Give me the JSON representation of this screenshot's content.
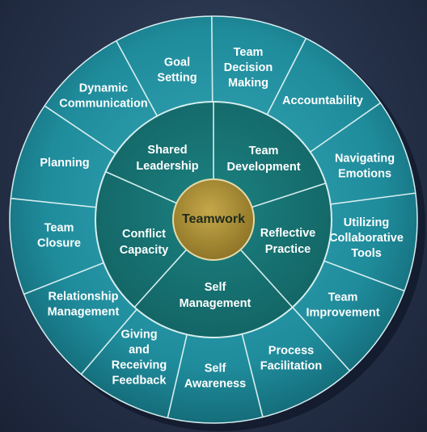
{
  "center": {
    "label": "Teamwork"
  },
  "inner_ring": [
    {
      "label": [
        "Team",
        "Development"
      ]
    },
    {
      "label": [
        "Reflective",
        "Practice"
      ]
    },
    {
      "label": [
        "Self",
        "Management"
      ]
    },
    {
      "label": [
        "Conflict",
        "Capacity"
      ]
    },
    {
      "label": [
        "Shared",
        "Leadership"
      ]
    }
  ],
  "outer_ring": [
    {
      "label": [
        "Team",
        "Decision",
        "Making"
      ]
    },
    {
      "label": [
        "Accountability"
      ]
    },
    {
      "label": [
        "Navigating",
        "Emotions"
      ]
    },
    {
      "label": [
        "Utilizing",
        "Collaborative",
        "Tools"
      ]
    },
    {
      "label": [
        "Team",
        "Improvement"
      ]
    },
    {
      "label": [
        "Process",
        "Facilitation"
      ]
    },
    {
      "label": [
        "Self",
        "Awareness"
      ]
    },
    {
      "label": [
        "Giving",
        "and",
        "Receiving",
        "Feedback"
      ]
    },
    {
      "label": [
        "Relationship",
        "Management"
      ]
    },
    {
      "label": [
        "Team",
        "Closure"
      ]
    },
    {
      "label": [
        "Planning"
      ]
    },
    {
      "label": [
        "Dynamic",
        "Communication"
      ]
    },
    {
      "label": [
        "Goal",
        "Setting"
      ]
    }
  ],
  "colors": {
    "outer_fill": "#1f8c9c",
    "inner_fill": "#187676",
    "center_fill": "#a68a2f",
    "line": "#d6eef0"
  }
}
